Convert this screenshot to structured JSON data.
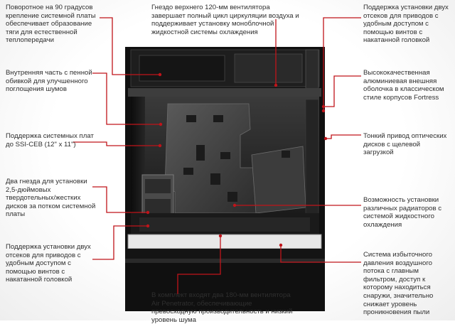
{
  "annotations": {
    "top_left": "Поворотное на 90 градусов крепление системной платы обеспечивает образование тяги для естественной теплопередачи",
    "top_center": "Гнездо верхнего 120-мм вентилятора завершает полный цикл циркуляции воздуха и поддерживает установку моноблочной жидкостной системы охлаждения",
    "top_right": "Поддержка установки двух отсеков для приводов с удобным доступом с помощью винтов с накатанной головкой",
    "left_2": "Внутренняя часть с пенной обивкой для улучшенного поглощения шумов",
    "right_2": "Высококачественная алюминиевая внешняя оболочка в классическом стиле корпусов Fortress",
    "left_3": "Поддержка системных плат до SSI-CEB (12\" x 11\")",
    "right_3": "Тонкий привод оптических дисков с щелевой загрузкой",
    "left_4": "Два гнезда для установки 2,5-дюймовых твердотельных/жестких дисков за потком системной платы",
    "right_4": "Возможность установки различных радиаторов с системой жидкостного охлаждения",
    "left_5": "Поддержка установки двух отсеков для приводов с удобным доступом с помощью винтов с накатанной головкой",
    "right_5": "Система избыточного давления воздушного потока с главным фильтром, доступ к которому находиться снаружи, значительно снижает уровень проникновения пыли",
    "bottom_center": "В комплект входят два 180-мм вентилятора Air Penetrator, обеспечивающие превосходную производительность и низкий уровень шума"
  },
  "colors": {
    "callout_line": "#c0141a",
    "case_body": "#1a1a1a",
    "interior": "#2e2e2e"
  }
}
